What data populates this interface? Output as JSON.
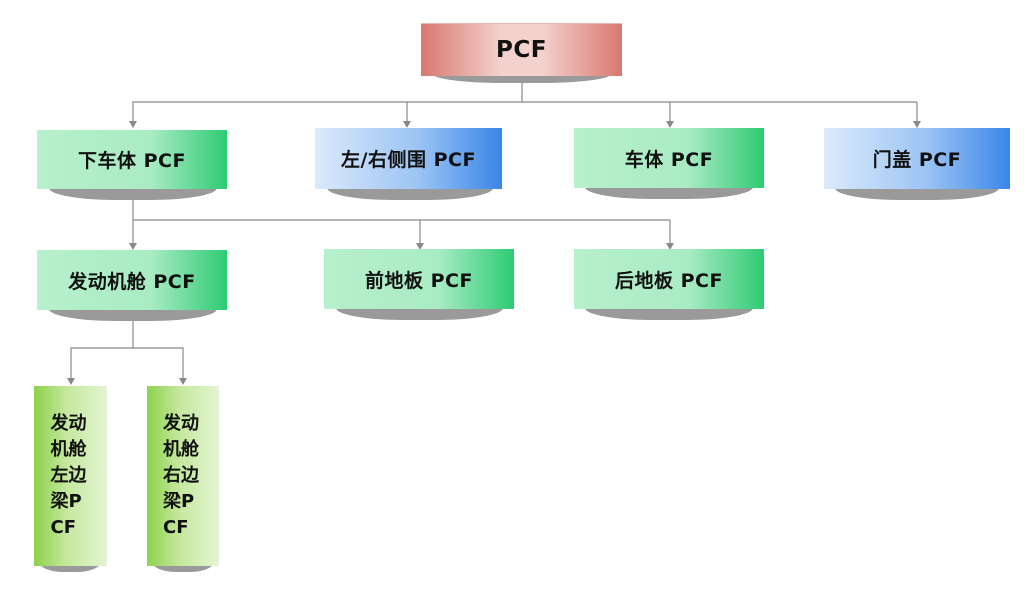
{
  "root": {
    "label": "PCF"
  },
  "level1": [
    {
      "label": "下车体 PCF"
    },
    {
      "label": "左/右侧围 PCF"
    },
    {
      "label": "车体 PCF"
    },
    {
      "label": "门盖 PCF"
    }
  ],
  "level2": [
    {
      "label": "发动机舱 PCF"
    },
    {
      "label": "前地板 PCF"
    },
    {
      "label": "后地板 PCF"
    }
  ],
  "level3": [
    {
      "label": "发动机舱左边梁PCF"
    },
    {
      "label": "发动机舱右边梁PCF"
    }
  ],
  "colors": {
    "root": "#e8a9a1",
    "green": "#45d084",
    "blue": "#5a98ea",
    "lime": "#9ad35e",
    "connector": "#888888",
    "shadow": "#9a9a9a"
  }
}
